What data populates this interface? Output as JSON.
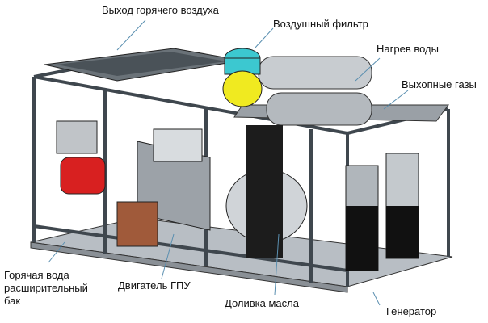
{
  "labels": {
    "hot_air_outlet": "Выход горячего воздуха",
    "air_filter": "Воздушный фильтр",
    "water_heating": "Нагрев воды",
    "exhaust_gases": "Выхопные газы",
    "hot_water_line1": "Горячая вода",
    "hot_water_line2": "расширительный",
    "hot_water_line3": "бак",
    "engine": "Двигатель ГПУ",
    "oil_refill": "Доливка масла",
    "generator": "Генератор"
  },
  "colors": {
    "frame": "#55606a",
    "air_filter_cyan": "#3cc8d0",
    "air_filter_yellow": "#f0ea20",
    "tank_red": "#d82020",
    "oil_brown": "#a05a3a",
    "leader": "#5a8fb0"
  }
}
